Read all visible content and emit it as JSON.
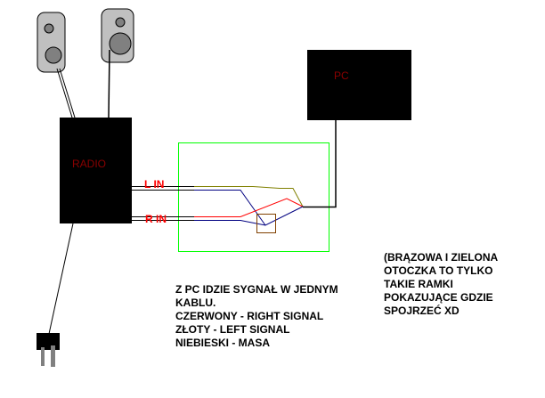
{
  "labels": {
    "radio": "RADIO",
    "pc": "PC",
    "l_in": "L IN",
    "r_in": "R IN"
  },
  "note_left": [
    "Z PC IDZIE SYGNAŁ W JEDNYM",
    "KABLU.",
    "CZERWONY - RIGHT SIGNAL",
    "ZŁOTY - LEFT SIGNAL",
    "NIEBIESKI - MASA"
  ],
  "note_right": [
    "(BRĄZOWA I ZIELONA",
    "OTOCZKA TO TYLKO",
    "TAKIE RAMKI",
    "POKAZUJĄCE GDZIE",
    "SPOJRZEĆ XD"
  ],
  "colors": {
    "left_signal": "#808000",
    "right_signal": "#ff0000",
    "ground": "#000080",
    "frame_green": "#00ff00",
    "frame_brown": "#804000"
  }
}
